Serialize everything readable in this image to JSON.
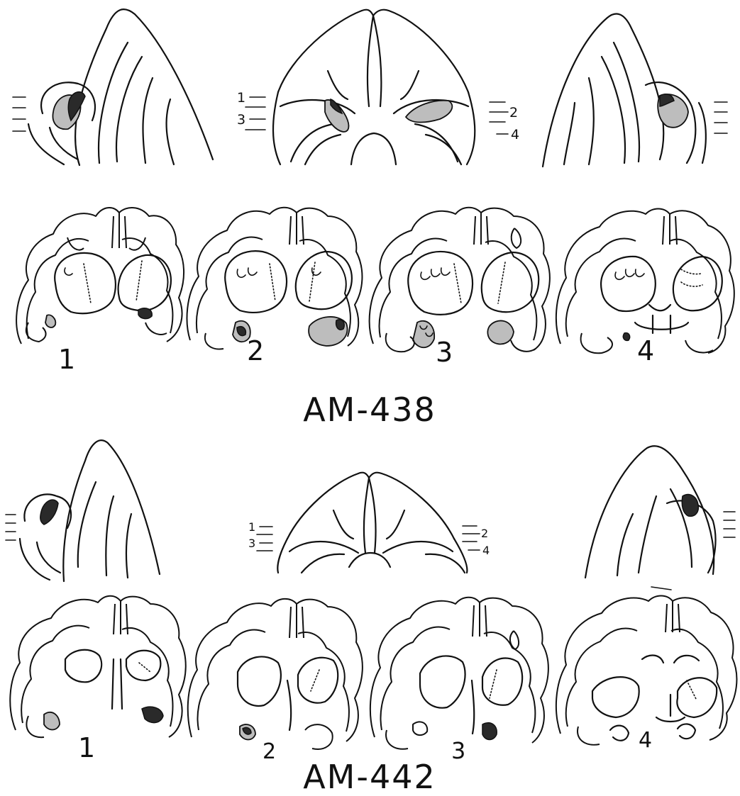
{
  "figure": {
    "panels": [
      {
        "title": "AM-438",
        "section_labels": [
          "1",
          "2",
          "3",
          "4"
        ],
        "level_marks_left": [
          "1",
          "3"
        ],
        "level_marks_right": [
          "2",
          "4"
        ]
      },
      {
        "title": "AM-442",
        "section_labels": [
          "1",
          "2",
          "3",
          "4"
        ],
        "level_marks_left": [
          "1",
          "3"
        ],
        "level_marks_right": [
          "2",
          "4"
        ]
      }
    ]
  }
}
